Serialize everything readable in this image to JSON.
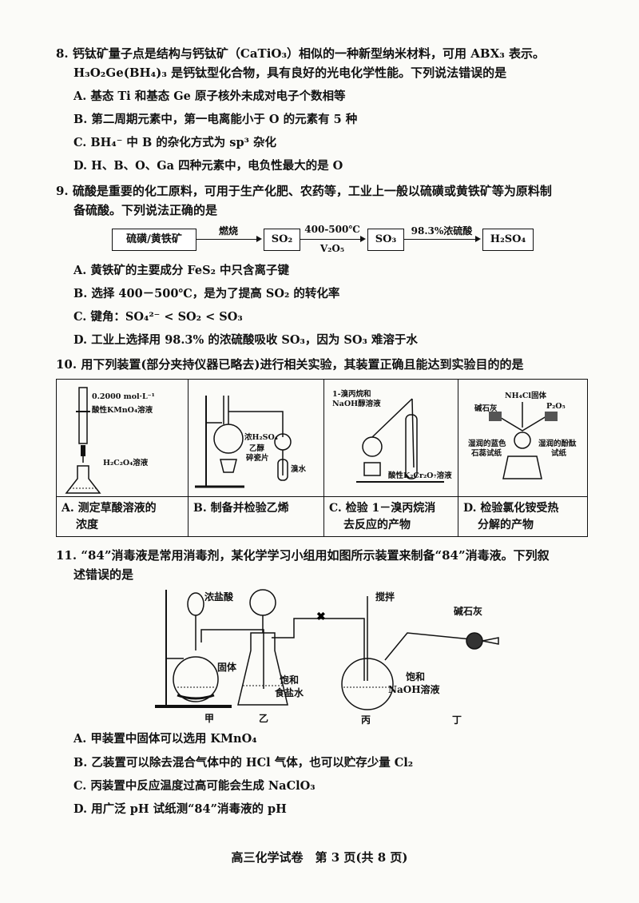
{
  "q8": {
    "stem_line1": "8. 钙钛矿量子点是结构与钙钛矿（CaTiO₃）相似的一种新型纳米材料，可用 ABX₃ 表示。",
    "stem_line2": "H₃O₂Ge(BH₄)₃ 是钙钛型化合物，具有良好的光电化学性能。下列说法错误的是",
    "options": [
      "A. 基态 Ti 和基态 Ge 原子核外未成对电子个数相等",
      "B. 第二周期元素中，第一电离能小于 O 的元素有 5 种",
      "C. BH₄⁻ 中 B 的杂化方式为 sp³ 杂化",
      "D. H、B、O、Ga 四种元素中，电负性最大的是 O"
    ]
  },
  "q9": {
    "stem_line1": "9. 硫酸是重要的化工原料，可用于生产化肥、农药等，工业上一般以硫磺或黄铁矿等为原料制",
    "stem_line2": "备硫酸。下列说法正确的是",
    "flow": {
      "box1": "硫磺/黄铁矿",
      "arrow1": "燃烧",
      "box2": "SO₂",
      "arrow2_top": "400-500℃",
      "arrow2_bottom": "V₂O₅",
      "box3": "SO₃",
      "arrow3": "98.3%浓硫酸",
      "box4": "H₂SO₄"
    },
    "options": [
      "A. 黄铁矿的主要成分 FeS₂ 中只含离子键",
      "B. 选择 400－500℃，是为了提高 SO₂ 的转化率",
      "C. 键角：SO₄²⁻ < SO₂ < SO₃",
      "D. 工业上选择用 98.3% 的浓硫酸吸收 SO₃，因为 SO₃ 难溶于水"
    ]
  },
  "q10": {
    "stem": "10. 用下列装置(部分夹持仪器已略去)进行相关实验，其装置正确且能达到实验目的的是",
    "labels": {
      "a1": "0.2000 mol·L⁻¹",
      "a2": "酸性KMnO₄溶液",
      "a3": "H₂C₂O₄溶液",
      "b1": "浓H₂SO₄",
      "b2": "乙醇",
      "b3": "碎瓷片",
      "b4": "溴水",
      "c1": "1-溴丙烷和",
      "c2": "NaOH醇溶液",
      "c3": "酸性K₂Cr₂O₇溶液",
      "d1": "NH₄Cl固体",
      "d2": "碱石灰",
      "d3": "P₂O₅",
      "d4": "湿润的蓝色",
      "d5": "石蕊试纸",
      "d6": "湿润的酚酞",
      "d7": "试纸"
    },
    "captions": [
      [
        "A. 测定草酸溶液的",
        "浓度"
      ],
      [
        "B. 制备并检验乙烯",
        ""
      ],
      [
        "C. 检验 1－溴丙烷消",
        "去反应的产物"
      ],
      [
        "D. 检验氯化铵受热",
        "分解的产物"
      ]
    ]
  },
  "q11": {
    "stem_line1": "11. “84”消毒液是常用消毒剂，某化学学习小组用如图所示装置来制备“84”消毒液。下列叙",
    "stem_line2": "述错误的是",
    "labels": {
      "hcl": "浓盐酸",
      "solid": "固体",
      "brine1": "饱和",
      "brine2": "食盐水",
      "stir": "搅拌",
      "naoh1": "饱和",
      "naoh2": "NaOH溶液",
      "lime": "碱石灰",
      "jia": "甲",
      "yi": "乙",
      "bing": "丙",
      "ding": "丁"
    },
    "options": [
      "A. 甲装置中固体可以选用 KMnO₄",
      "B. 乙装置可以除去混合气体中的 HCl 气体，也可以贮存少量 Cl₂",
      "C. 丙装置中反应温度过高可能会生成 NaClO₃",
      "D. 用广泛 pH 试纸测“84”消毒液的 pH"
    ]
  },
  "footer": "高三化学试卷　第 3 页(共 8 页)"
}
